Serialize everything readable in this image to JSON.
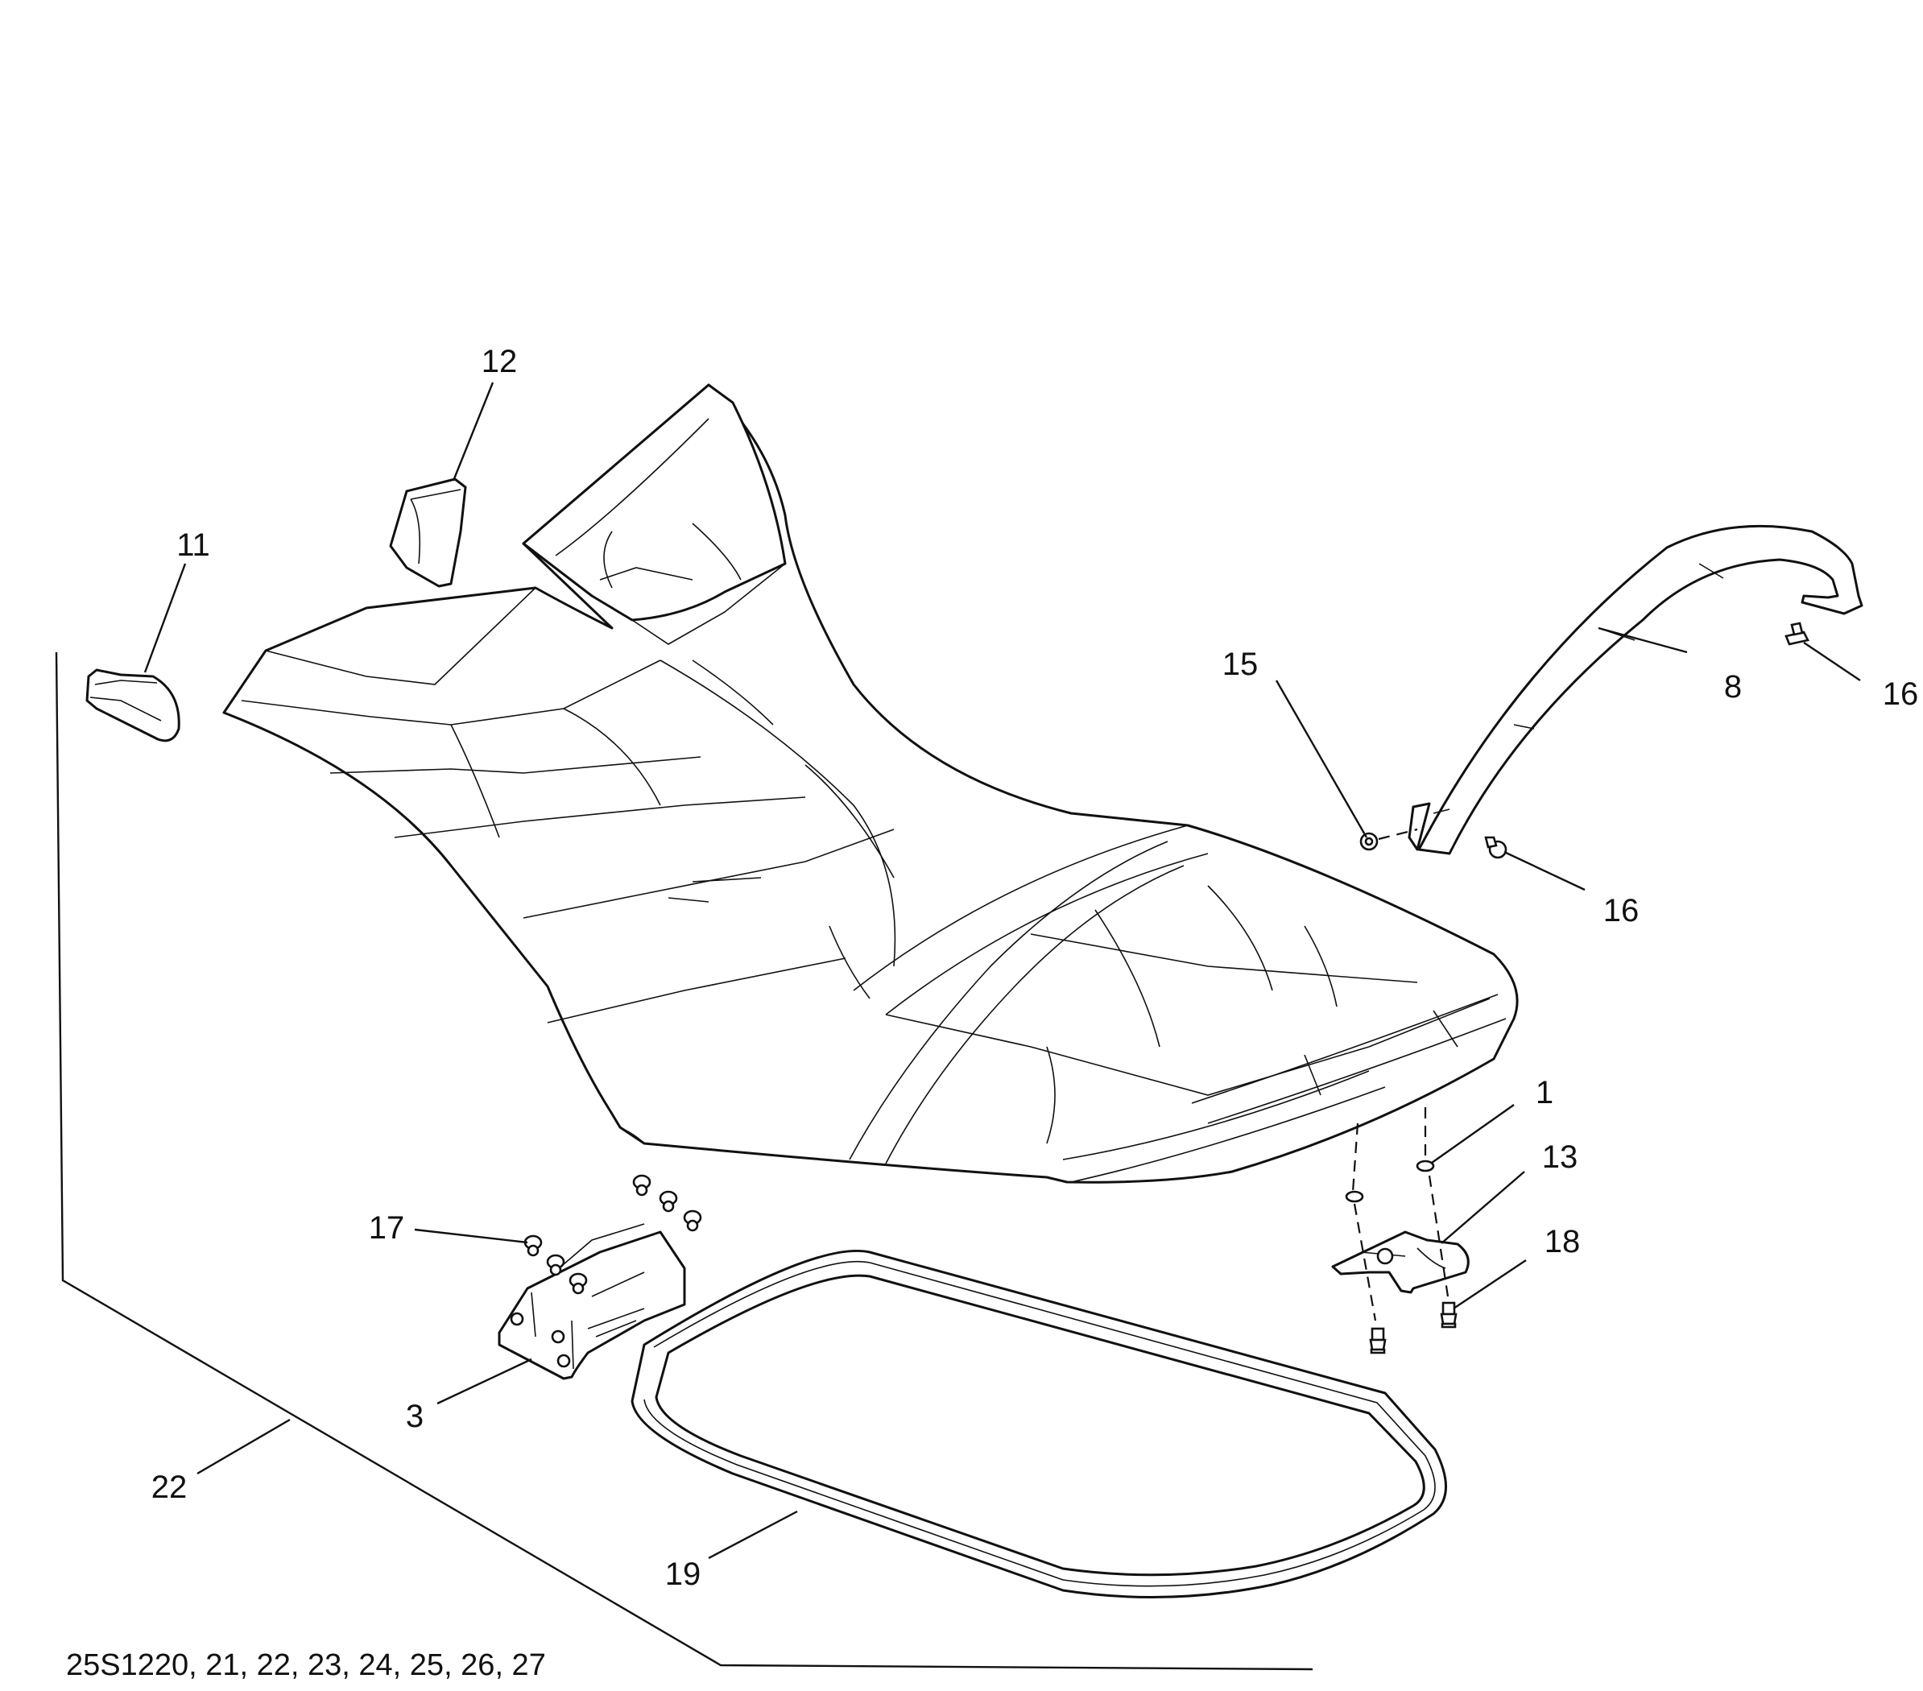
{
  "callouts": {
    "c1": "1",
    "c3": "3",
    "c8": "8",
    "c11": "11",
    "c12": "12",
    "c13": "13",
    "c15": "15",
    "c16a": "16",
    "c16b": "16",
    "c17": "17",
    "c18": "18",
    "c19": "19",
    "c22": "22"
  },
  "reference_code": "25S1220, 21, 22, 23, 24, 25, 26, 27"
}
